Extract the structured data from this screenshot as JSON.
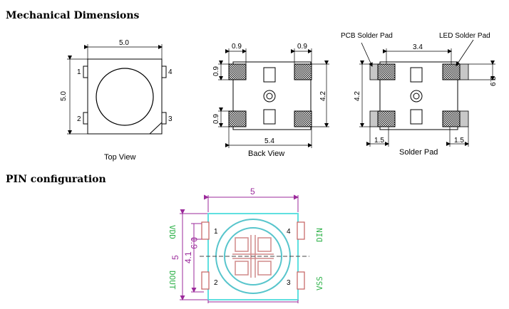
{
  "headings": {
    "mechanical": "Mechanical  Dimensions",
    "pin": "PIN  configuration"
  },
  "top_view": {
    "caption": "Top View",
    "width": "5.0",
    "height": "5.0",
    "pins": [
      "1",
      "2",
      "3",
      "4"
    ]
  },
  "back_view": {
    "caption": "Back View",
    "pad_top_left": "0.9",
    "pad_top_right": "0.9",
    "pad_left_top": "0.9",
    "pad_left_bottom": "0.9",
    "height": "4.2",
    "width": "5.4"
  },
  "solder_pad": {
    "caption": "Solder Pad",
    "pcb_label": "PCB Solder Pad",
    "led_label": "LED Solder Pad",
    "spacing": "3.4",
    "right_pad": "0.9",
    "height": "4.2",
    "left_dim": "1.5",
    "right_dim": "1.5"
  },
  "pin_config": {
    "width": "5",
    "height": "5",
    "pad_width": "0.9",
    "span": "4.1",
    "pins": {
      "p1": {
        "num": "1",
        "name": "VDD"
      },
      "p2": {
        "num": "2",
        "name": "DOUT"
      },
      "p3": {
        "num": "3",
        "name": "VSS"
      },
      "p4": {
        "num": "4",
        "name": "DIN"
      }
    }
  },
  "colors": {
    "body_outline": "#5fe0e0",
    "dimension": "#9b2a9b",
    "pad_fill": "#d08a8a",
    "pad_stroke": "#c46060",
    "pin_label": "#2fb24a",
    "lens": "#58c5cc"
  }
}
